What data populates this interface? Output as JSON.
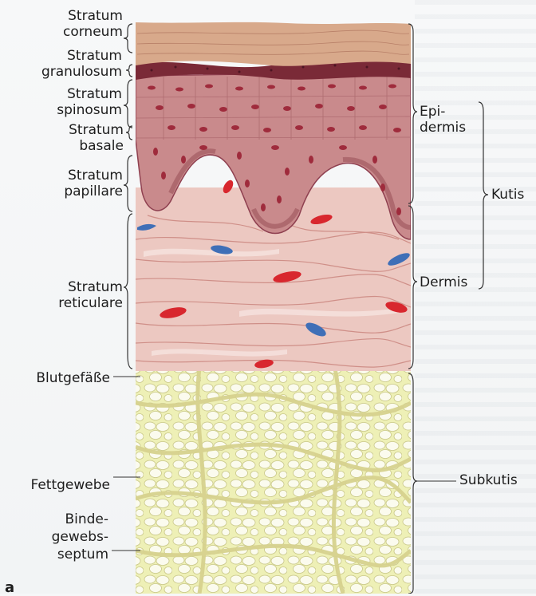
{
  "labels_left": {
    "corneum": [
      "Stratum",
      "corneum"
    ],
    "granulosum": [
      "Stratum",
      "granulosum"
    ],
    "spinosum": [
      "Stratum",
      "spinosum"
    ],
    "basale": [
      "Stratum",
      "basale"
    ],
    "papillare": [
      "Stratum",
      "papillare"
    ],
    "reticulare": [
      "Stratum",
      "reticulare"
    ],
    "blutgefaesse": "Blutgefäße",
    "fettgewebe": "Fettgewebe",
    "bindegewebsseptum": [
      "Binde-",
      "gewebs-",
      "septum"
    ]
  },
  "labels_right": {
    "epidermis": [
      "Epi-",
      "dermis"
    ],
    "dermis": "Dermis",
    "kutis": "Kutis",
    "subkutis": "Subkutis"
  },
  "figure_letter": "a",
  "colors": {
    "corneum": "#d8a98b",
    "granulosum": "#7a2a37",
    "epidermis_cells": "#c9868a",
    "nucleus": "#a83040",
    "dermis": "#ecc8c1",
    "fiber": "#c77c7a",
    "vessel_red": "#d8272e",
    "vessel_blue": "#3f6fb7",
    "subkutis": "#edeeb5",
    "fat_cell": "#fbfaf0"
  }
}
